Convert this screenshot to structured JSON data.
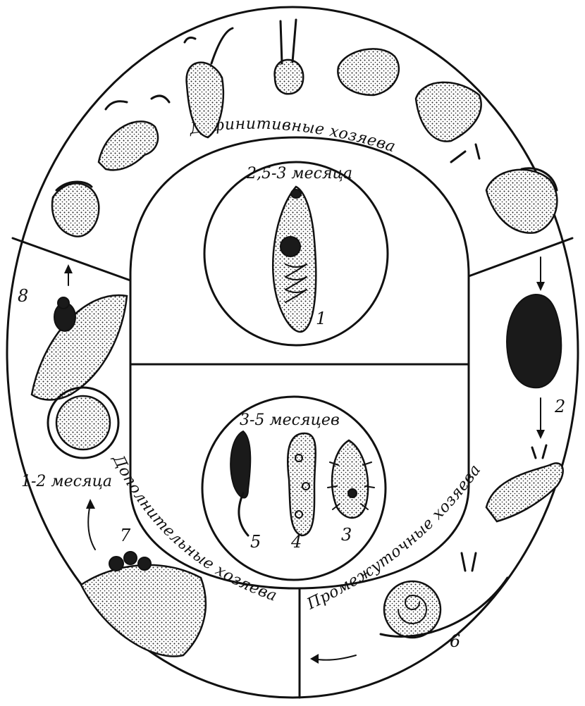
{
  "labels": {
    "definitive_hosts": "Дефинитивные хозяева",
    "intermediate_hosts": "Промежуточные хозяева",
    "additional_hosts": "Дополнительные хозяева",
    "adult_duration": "2,5-3 месяца",
    "larval_duration": "3-5 месяцев",
    "ant_duration": "1-2 месяца"
  },
  "stage_numbers": {
    "adult": "1",
    "egg": "2",
    "miracidium": "3",
    "sporocyst": "4",
    "cercaria": "5",
    "snail": "6",
    "cyst_cluster": "7",
    "ant": "8"
  }
}
